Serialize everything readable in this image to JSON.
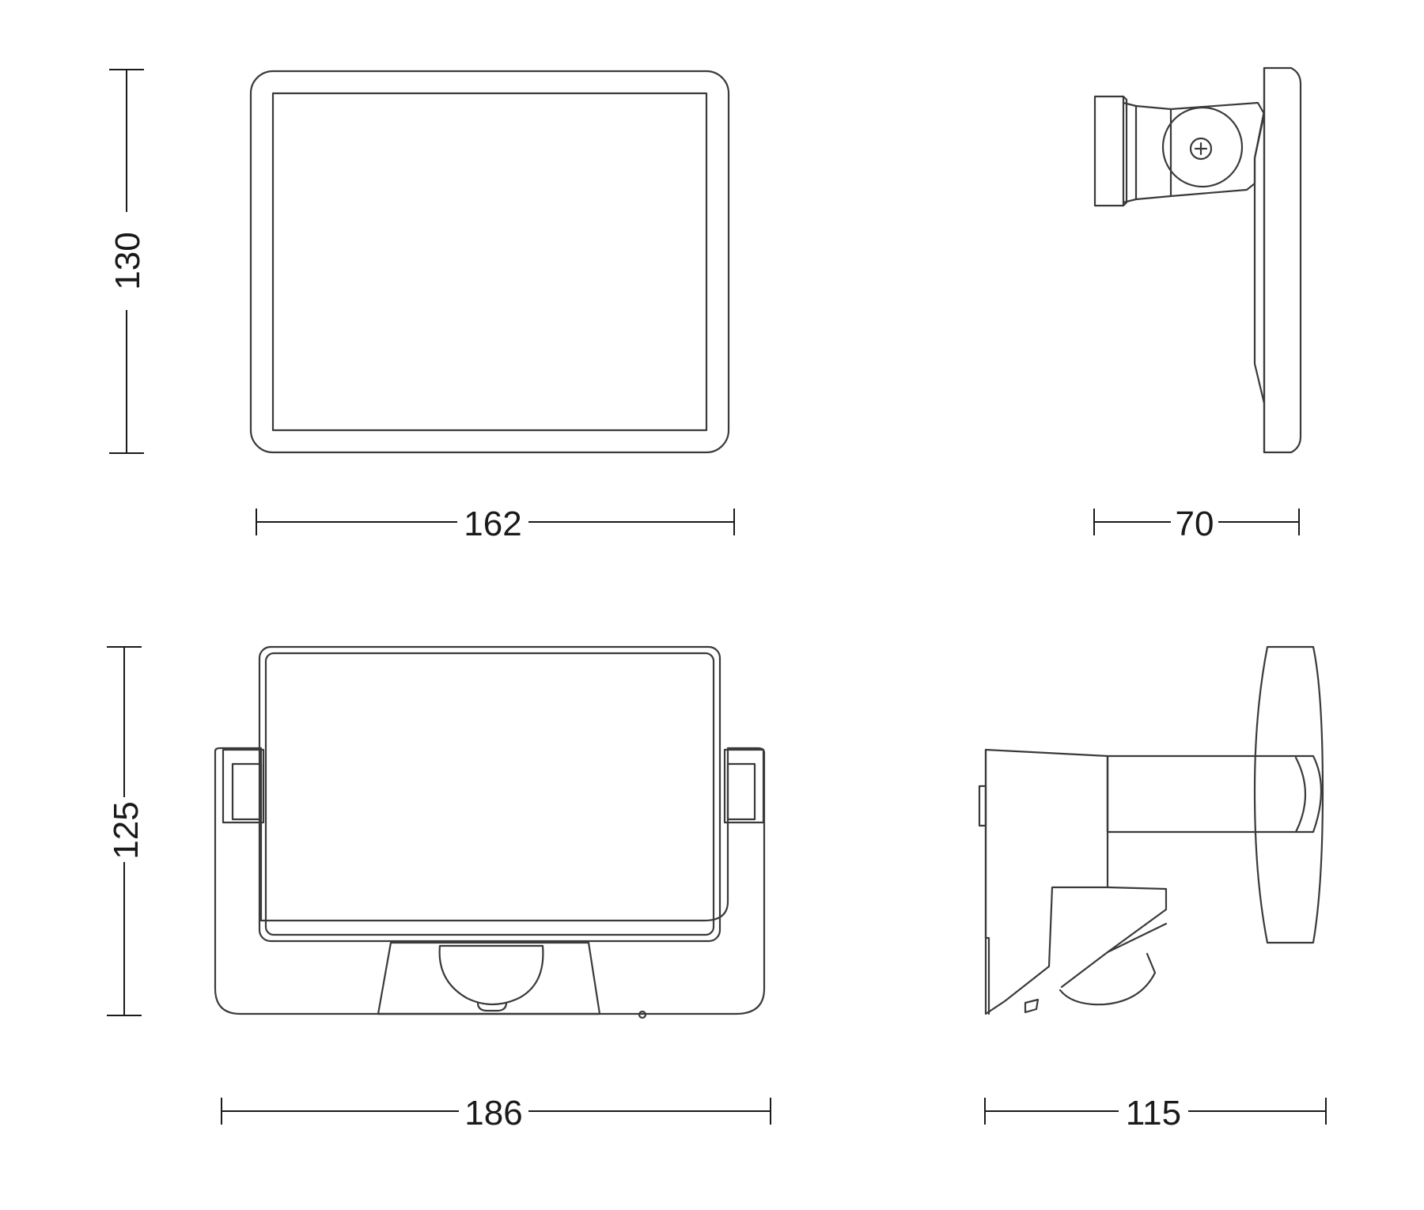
{
  "dimensions": {
    "front_view_height": "130",
    "front_view_width": "162",
    "side_view_depth": "70",
    "sensor_front_height": "125",
    "sensor_front_width": "186",
    "sensor_side_depth": "115"
  },
  "colors": {
    "line": "#3a3a3a",
    "dimension": "#1a1a1a",
    "background": "#ffffff"
  }
}
